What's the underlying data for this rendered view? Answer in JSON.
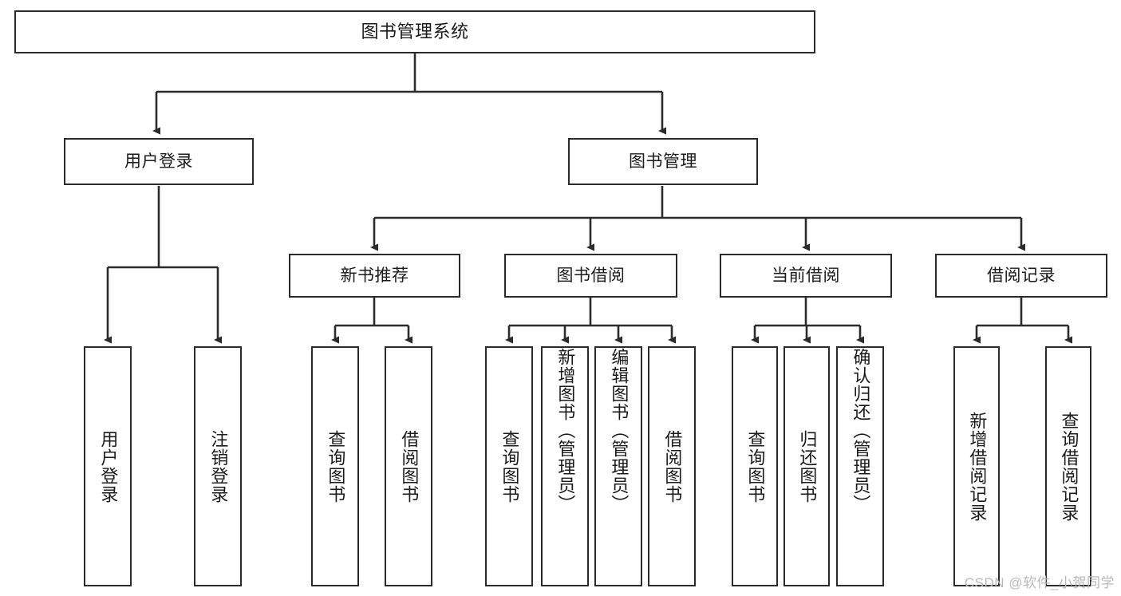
{
  "diagram": {
    "type": "tree",
    "title": "图书管理系统",
    "watermark": "CSDN @软件_小贺同学",
    "colors": {
      "box_border": "#2b2b2b",
      "box_fill": "#ffffff",
      "connector": "#2b2b2b",
      "text": "#1b1b1b",
      "watermark": "#b9b9b9",
      "background": "#ffffff"
    },
    "root": {
      "label": "图书管理系统"
    },
    "level1": [
      {
        "label": "用户登录"
      },
      {
        "label": "图书管理"
      }
    ],
    "level2": [
      {
        "label": "新书推荐"
      },
      {
        "label": "图书借阅"
      },
      {
        "label": "当前借阅"
      },
      {
        "label": "借阅记录"
      }
    ],
    "leaves": {
      "user_login": [
        {
          "label": "用户登录"
        },
        {
          "label": "注销登录"
        }
      ],
      "new_book_recommend": [
        {
          "label": "查询图书"
        },
        {
          "label": "借阅图书"
        }
      ],
      "book_borrow": [
        {
          "label": "查询图书"
        },
        {
          "label": "新增图书（管理员）"
        },
        {
          "label": "编辑图书（管理员）"
        },
        {
          "label": "借阅图书"
        }
      ],
      "current_borrow": [
        {
          "label": "查询图书"
        },
        {
          "label": "归还图书"
        },
        {
          "label": "确认归还（管理员）"
        }
      ],
      "borrow_record": [
        {
          "label": "新增借阅记录"
        },
        {
          "label": "查询借阅记录"
        }
      ]
    }
  }
}
